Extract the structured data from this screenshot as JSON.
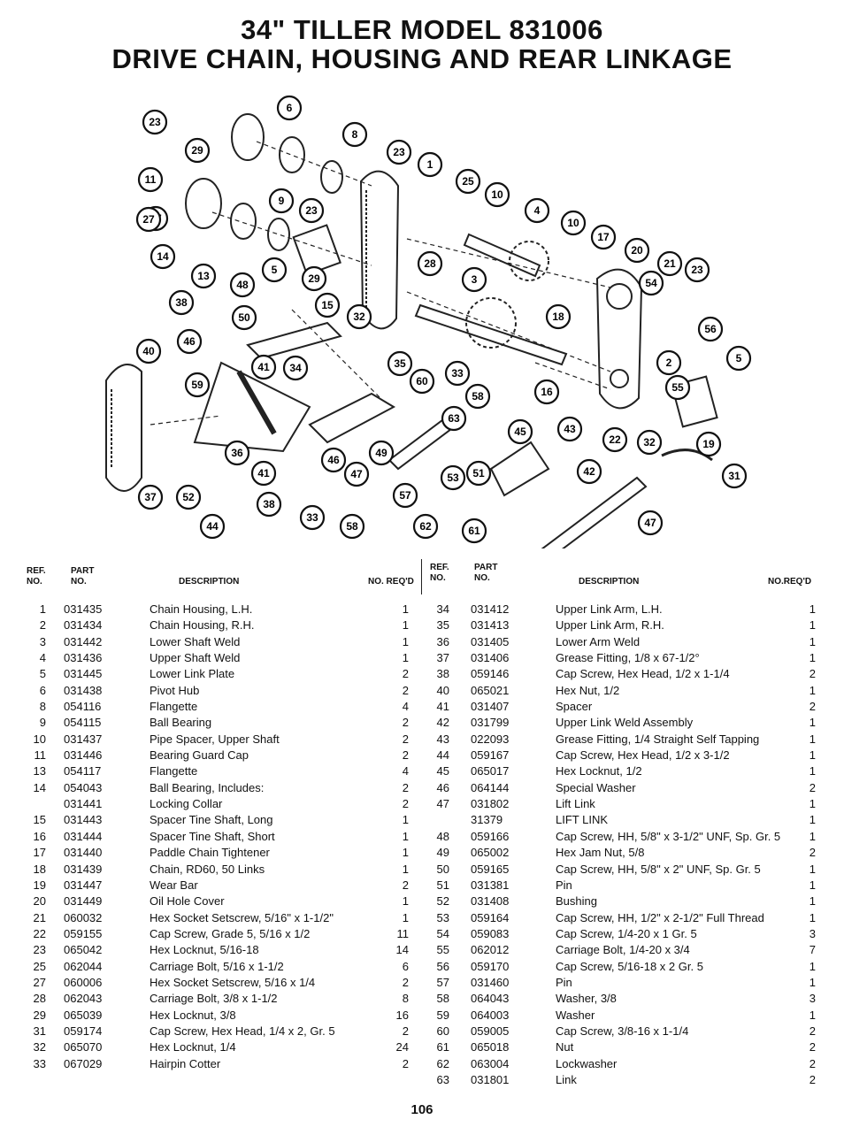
{
  "title_line1": "34\" TILLER MODEL 831006",
  "title_line2": "DRIVE CHAIN, HOUSING AND REAR LINKAGE",
  "headers": {
    "ref": "REF.",
    "no": "NO.",
    "part": "PART",
    "part_no": "NO.",
    "description": "DESCRIPTION",
    "qty_left": "NO. REQ'D",
    "qty_right": "NO.REQ'D"
  },
  "callouts": [
    "23",
    "6",
    "29",
    "8",
    "11",
    "27",
    "23",
    "1",
    "9",
    "25",
    "10",
    "27",
    "23",
    "4",
    "10",
    "17",
    "14",
    "13",
    "5",
    "29",
    "28",
    "3",
    "20",
    "21",
    "54",
    "23",
    "48",
    "15",
    "32",
    "38",
    "50",
    "18",
    "56",
    "46",
    "5",
    "40",
    "41",
    "34",
    "35",
    "2",
    "59",
    "60",
    "33",
    "58",
    "55",
    "16",
    "63",
    "45",
    "43",
    "22",
    "32",
    "19",
    "36",
    "41",
    "46",
    "47",
    "49",
    "53",
    "51",
    "42",
    "31",
    "37",
    "52",
    "38",
    "57",
    "33",
    "58",
    "62",
    "61",
    "47",
    "44"
  ],
  "left_rows": [
    {
      "ref": "1",
      "part": "031435",
      "desc": "Chain Housing, L.H.",
      "qty": "1"
    },
    {
      "ref": "2",
      "part": "031434",
      "desc": "Chain Housing, R.H.",
      "qty": "1"
    },
    {
      "ref": "3",
      "part": "031442",
      "desc": "Lower Shaft Weld",
      "qty": "1"
    },
    {
      "ref": "4",
      "part": "031436",
      "desc": "Upper Shaft Weld",
      "qty": "1"
    },
    {
      "ref": "5",
      "part": "031445",
      "desc": "Lower Link Plate",
      "qty": "2"
    },
    {
      "ref": "6",
      "part": "031438",
      "desc": "Pivot Hub",
      "qty": "2"
    },
    {
      "ref": "8",
      "part": "054116",
      "desc": "Flangette",
      "qty": "4"
    },
    {
      "ref": "9",
      "part": "054115",
      "desc": "Ball Bearing",
      "qty": "2"
    },
    {
      "ref": "10",
      "part": "031437",
      "desc": "Pipe Spacer, Upper Shaft",
      "qty": "2"
    },
    {
      "ref": "11",
      "part": "031446",
      "desc": "Bearing Guard Cap",
      "qty": "2"
    },
    {
      "ref": "13",
      "part": "054117",
      "desc": "Flangette",
      "qty": "4"
    },
    {
      "ref": "14",
      "part": "054043",
      "desc": "Ball Bearing, Includes:",
      "qty": "2"
    },
    {
      "ref": "",
      "part": "031441",
      "desc": "Locking Collar",
      "qty": "2"
    },
    {
      "ref": "15",
      "part": "031443",
      "desc": "Spacer Tine Shaft, Long",
      "qty": "1"
    },
    {
      "ref": "16",
      "part": "031444",
      "desc": "Spacer Tine Shaft, Short",
      "qty": "1"
    },
    {
      "ref": "17",
      "part": "031440",
      "desc": "Paddle Chain Tightener",
      "qty": "1"
    },
    {
      "ref": "18",
      "part": "031439",
      "desc": "Chain, RD60, 50 Links",
      "qty": "1"
    },
    {
      "ref": "19",
      "part": "031447",
      "desc": "Wear Bar",
      "qty": "2"
    },
    {
      "ref": "20",
      "part": "031449",
      "desc": "Oil Hole Cover",
      "qty": "1"
    },
    {
      "ref": "21",
      "part": "060032",
      "desc": "Hex Socket Setscrew, 5/16\" x 1-1/2\"",
      "qty": "1"
    },
    {
      "ref": "22",
      "part": "059155",
      "desc": "Cap Screw, Grade 5, 5/16 x 1/2",
      "qty": "11"
    },
    {
      "ref": "23",
      "part": "065042",
      "desc": "Hex Locknut, 5/16-18",
      "qty": "14"
    },
    {
      "ref": "25",
      "part": "062044",
      "desc": "Carriage Bolt, 5/16 x 1-1/2",
      "qty": "6"
    },
    {
      "ref": "27",
      "part": "060006",
      "desc": "Hex Socket Setscrew, 5/16 x 1/4",
      "qty": "2"
    },
    {
      "ref": "28",
      "part": "062043",
      "desc": "Carriage Bolt, 3/8 x 1-1/2",
      "qty": "8"
    },
    {
      "ref": "29",
      "part": "065039",
      "desc": "Hex Locknut, 3/8",
      "qty": "16"
    },
    {
      "ref": "31",
      "part": "059174",
      "desc": "Cap Screw, Hex Head, 1/4 x 2, Gr. 5",
      "qty": "2"
    },
    {
      "ref": "32",
      "part": "065070",
      "desc": "Hex Locknut, 1/4",
      "qty": "24"
    },
    {
      "ref": "33",
      "part": "067029",
      "desc": "Hairpin Cotter",
      "qty": "2"
    }
  ],
  "right_rows": [
    {
      "ref": "34",
      "part": "031412",
      "desc": "Upper Link Arm, L.H.",
      "qty": "1"
    },
    {
      "ref": "35",
      "part": "031413",
      "desc": "Upper Link Arm, R.H.",
      "qty": "1"
    },
    {
      "ref": "36",
      "part": "031405",
      "desc": "Lower Arm Weld",
      "qty": "1"
    },
    {
      "ref": "37",
      "part": "031406",
      "desc": "Grease Fitting, 1/8 x 67-1/2°",
      "qty": "1"
    },
    {
      "ref": "38",
      "part": "059146",
      "desc": "Cap Screw, Hex Head, 1/2 x 1-1/4",
      "qty": "2"
    },
    {
      "ref": "40",
      "part": "065021",
      "desc": "Hex Nut, 1/2",
      "qty": "1"
    },
    {
      "ref": "41",
      "part": "031407",
      "desc": "Spacer",
      "qty": "2"
    },
    {
      "ref": "42",
      "part": "031799",
      "desc": "Upper Link Weld Assembly",
      "qty": "1"
    },
    {
      "ref": "43",
      "part": "022093",
      "desc": "Grease Fitting, 1/4 Straight Self Tapping",
      "qty": "1"
    },
    {
      "ref": "44",
      "part": "059167",
      "desc": "Cap Screw, Hex Head, 1/2 x 3-1/2",
      "qty": "1"
    },
    {
      "ref": "45",
      "part": "065017",
      "desc": "Hex Locknut, 1/2",
      "qty": "1"
    },
    {
      "ref": "46",
      "part": "064144",
      "desc": "Special Washer",
      "qty": "2"
    },
    {
      "ref": "47",
      "part": "031802",
      "desc": "Lift Link",
      "qty": "1"
    },
    {
      "ref": "",
      "part": "31379",
      "desc": "LIFT LINK",
      "qty": "1"
    },
    {
      "ref": "48",
      "part": "059166",
      "desc": "Cap Screw, HH, 5/8\" x 3-1/2\" UNF, Sp. Gr. 5",
      "qty": "1"
    },
    {
      "ref": "49",
      "part": "065002",
      "desc": "Hex Jam Nut, 5/8",
      "qty": "2"
    },
    {
      "ref": "50",
      "part": "059165",
      "desc": "Cap Screw, HH, 5/8\" x 2\" UNF, Sp. Gr. 5",
      "qty": "1"
    },
    {
      "ref": "51",
      "part": "031381",
      "desc": "Pin",
      "qty": "1"
    },
    {
      "ref": "52",
      "part": "031408",
      "desc": "Bushing",
      "qty": "1"
    },
    {
      "ref": "53",
      "part": "059164",
      "desc": "Cap Screw, HH, 1/2\" x 2-1/2\" Full Thread",
      "qty": "1"
    },
    {
      "ref": "54",
      "part": "059083",
      "desc": "Cap Screw, 1/4-20 x 1 Gr. 5",
      "qty": "3"
    },
    {
      "ref": "55",
      "part": "062012",
      "desc": "Carriage Bolt, 1/4-20 x 3/4",
      "qty": "7"
    },
    {
      "ref": "56",
      "part": "059170",
      "desc": "Cap Screw, 5/16-18 x 2 Gr. 5",
      "qty": "1"
    },
    {
      "ref": "57",
      "part": "031460",
      "desc": "Pin",
      "qty": "1"
    },
    {
      "ref": "58",
      "part": "064043",
      "desc": "Washer, 3/8",
      "qty": "3"
    },
    {
      "ref": "59",
      "part": "064003",
      "desc": "Washer",
      "qty": "1"
    },
    {
      "ref": "60",
      "part": "059005",
      "desc": "Cap Screw, 3/8-16 x 1-1/4",
      "qty": "2"
    },
    {
      "ref": "61",
      "part": "065018",
      "desc": "Nut",
      "qty": "2"
    },
    {
      "ref": "62",
      "part": "063004",
      "desc": "Lockwasher",
      "qty": "2"
    },
    {
      "ref": "63",
      "part": "031801",
      "desc": "Link",
      "qty": "2"
    }
  ],
  "page_number": "106"
}
